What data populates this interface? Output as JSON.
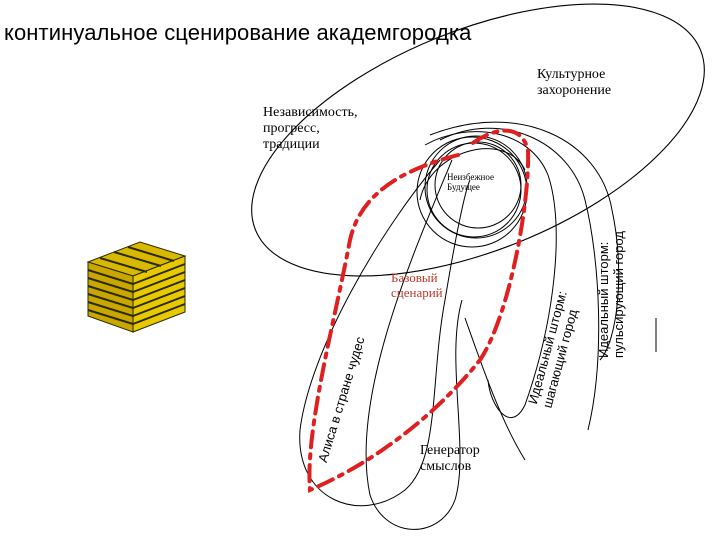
{
  "title": "континуальное сценирование академгородка",
  "labels": {
    "cultural_burial": [
      "Культурное",
      "захоронение"
    ],
    "independence": [
      "Независимость,",
      "прогресс,",
      "традиции"
    ],
    "inevitable_future": [
      "Неизбежное",
      "Будущее"
    ],
    "base_scenario": [
      "Базовый",
      "сценарий"
    ],
    "meaning_generator": [
      "Генератор",
      "смыслов"
    ],
    "alice": "Алиса в стране чудес",
    "storm_walking": [
      "Идеальный шторм:",
      "шагающий город"
    ],
    "storm_pulsing": [
      "Идеальный шторм:",
      "пульсирующий город"
    ]
  },
  "colors": {
    "line": "#000000",
    "scenario": "#e02020",
    "cube_gold": "#e8c800",
    "cube_dark": "#2a2a00"
  },
  "icons": {
    "cube": "stacked-gold-bars-cube-icon"
  }
}
